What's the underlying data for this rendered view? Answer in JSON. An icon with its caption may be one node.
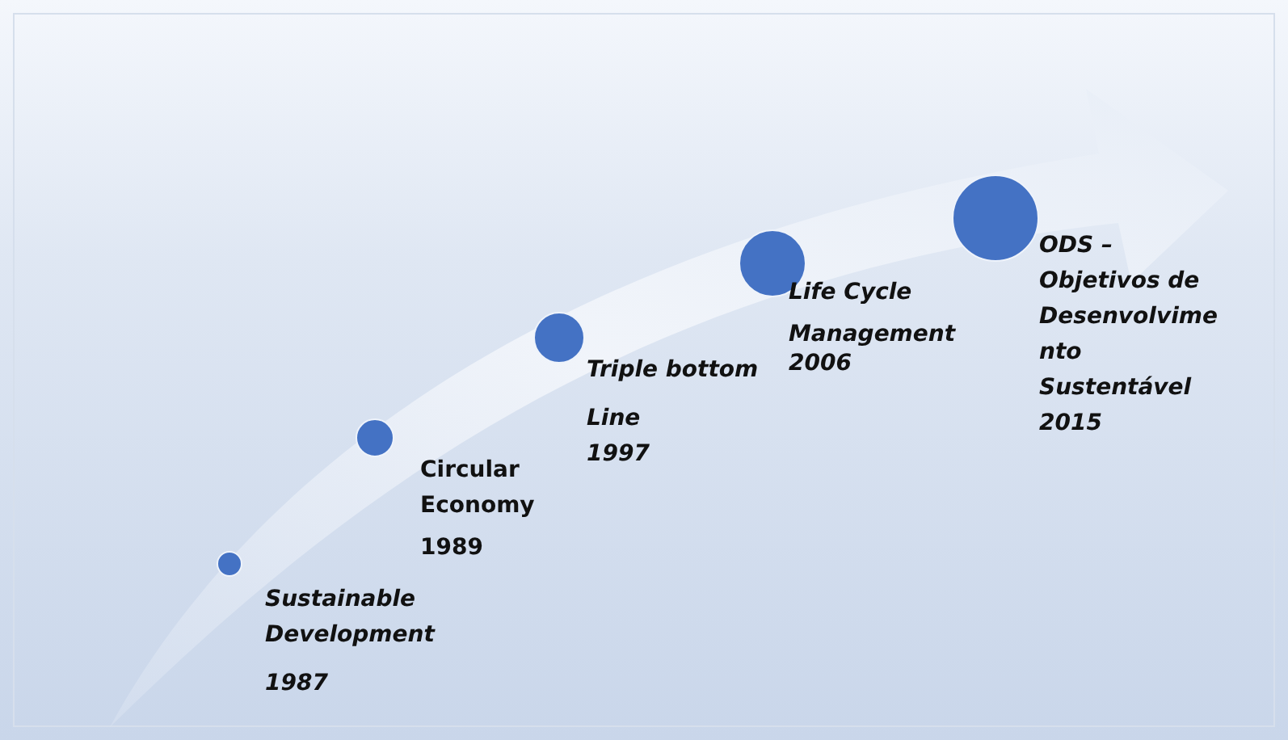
{
  "diagram": {
    "nodes": [
      {
        "text": [],
        "shape": "circle",
        "beside": [
          "Sustainable Development",
          "1987"
        ]
      },
      {
        "text": [],
        "shape": "circle",
        "beside": [
          "Circular Economy",
          "1989"
        ]
      },
      {
        "text": [],
        "shape": "circle",
        "beside": [
          "Triple bottom Line",
          "1997"
        ]
      },
      {
        "text": [],
        "shape": "circle",
        "beside": [
          "Life Cycle Management",
          "2006"
        ]
      },
      {
        "text": [],
        "shape": "circle",
        "beside": [
          "ODS – Objetivos de Desenvolvimento Sustentável 2015"
        ]
      }
    ]
  }
}
